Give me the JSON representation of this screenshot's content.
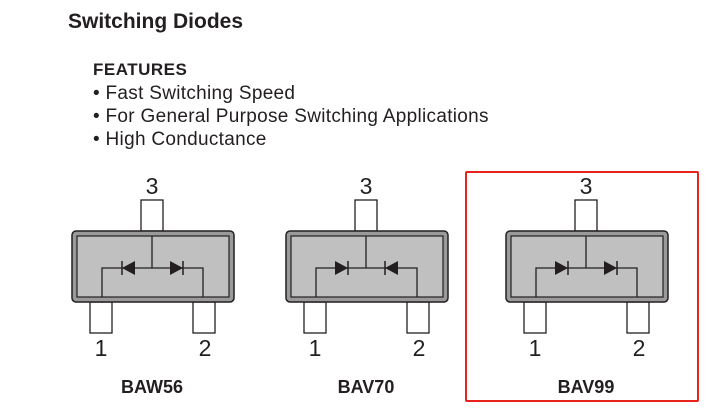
{
  "title": "Switching Diodes",
  "features": {
    "heading": "FEATURES",
    "items": [
      "• Fast Switching Speed",
      "• For General Purpose Switching Applications",
      "• High Conductance"
    ]
  },
  "packages": [
    {
      "name": "BAW56",
      "config": "common-anode",
      "pins": [
        "3",
        "1",
        "2"
      ]
    },
    {
      "name": "BAV70",
      "config": "common-cathode",
      "pins": [
        "3",
        "1",
        "2"
      ]
    },
    {
      "name": "BAV99",
      "config": "series",
      "pins": [
        "3",
        "1",
        "2"
      ],
      "highlighted": true
    }
  ],
  "colors": {
    "body": "#c0c0c0",
    "highlight": "#e8231c",
    "ink": "#231f20"
  }
}
